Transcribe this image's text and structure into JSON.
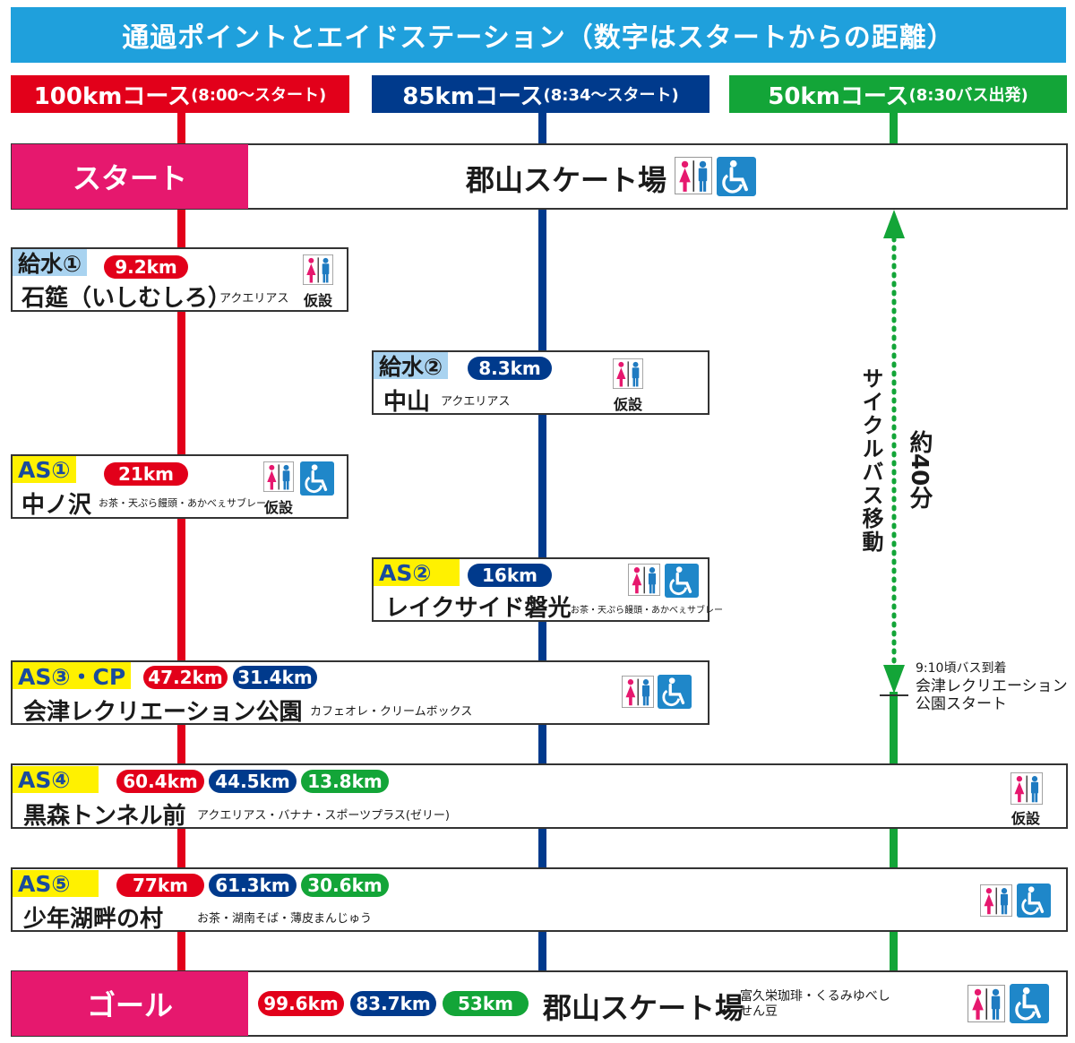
{
  "title": "通過ポイントとエイドステーション（数字はスタートからの距離）",
  "courses": [
    {
      "name": "100kmコース",
      "sub": "(8:00〜スタート)",
      "color": "#e2001a"
    },
    {
      "name": "85kmコース",
      "sub": "(8:34〜スタート)",
      "color": "#003a8c"
    },
    {
      "name": "50kmコース",
      "sub": "(8:30バス出発)",
      "color": "#13a538"
    }
  ],
  "start": {
    "label": "スタート",
    "place": "郡山スケート場"
  },
  "goal": {
    "label": "ゴール",
    "place": "郡山スケート場",
    "d100": "99.6km",
    "d85": "83.7km",
    "d50": "53km",
    "supplies": "富久栄珈琲・くるみゆべし せん豆"
  },
  "temp_label": "仮設",
  "stations": {
    "w1": {
      "tag": "給水①",
      "d100": "9.2km",
      "name": "石筵（いしむしろ）",
      "supplies": "アクエリアス"
    },
    "w2": {
      "tag": "給水②",
      "d85": "8.3km",
      "name": "中山",
      "supplies": "アクエリアス"
    },
    "as1": {
      "tag": "AS①",
      "d100": "21km",
      "name": "中ノ沢",
      "supplies": "お茶・天ぷら饅頭・あかべぇサブレー"
    },
    "as2": {
      "tag": "AS②",
      "d85": "16km",
      "name": "レイクサイド磐光",
      "supplies": "お茶・天ぷら饅頭・あかべぇサブレー"
    },
    "as3": {
      "tag": "AS③・CP",
      "d100": "47.2km",
      "d85": "31.4km",
      "name": "会津レクリエーション公園",
      "supplies": "カフェオレ・クリームボックス"
    },
    "as4": {
      "tag": "AS④",
      "d100": "60.4km",
      "d85": "44.5km",
      "d50": "13.8km",
      "name": "黒森トンネル前",
      "supplies": "アクエリアス・バナナ・スポーツプラス(ゼリー)"
    },
    "as5": {
      "tag": "AS⑤",
      "d100": "77km",
      "d85": "61.3km",
      "d50": "30.6km",
      "name": "少年湖畔の村",
      "supplies": "お茶・湖南そば・薄皮まんじゅう"
    }
  },
  "bus": {
    "vertical": "サイクルバス移動",
    "time": "約40分",
    "arrive1": "9:10頃バス到着",
    "arrive2": "会津レクリエーション",
    "arrive3": "公園スタート"
  },
  "icons": {
    "toilet": "toilet-icon",
    "wheelchair": "wheelchair-icon"
  },
  "colors": {
    "red": "#e2001a",
    "blue": "#003a8c",
    "green": "#13a538",
    "pink": "#e6186e",
    "sky": "#1fa0dc",
    "yellow": "#fff100"
  }
}
